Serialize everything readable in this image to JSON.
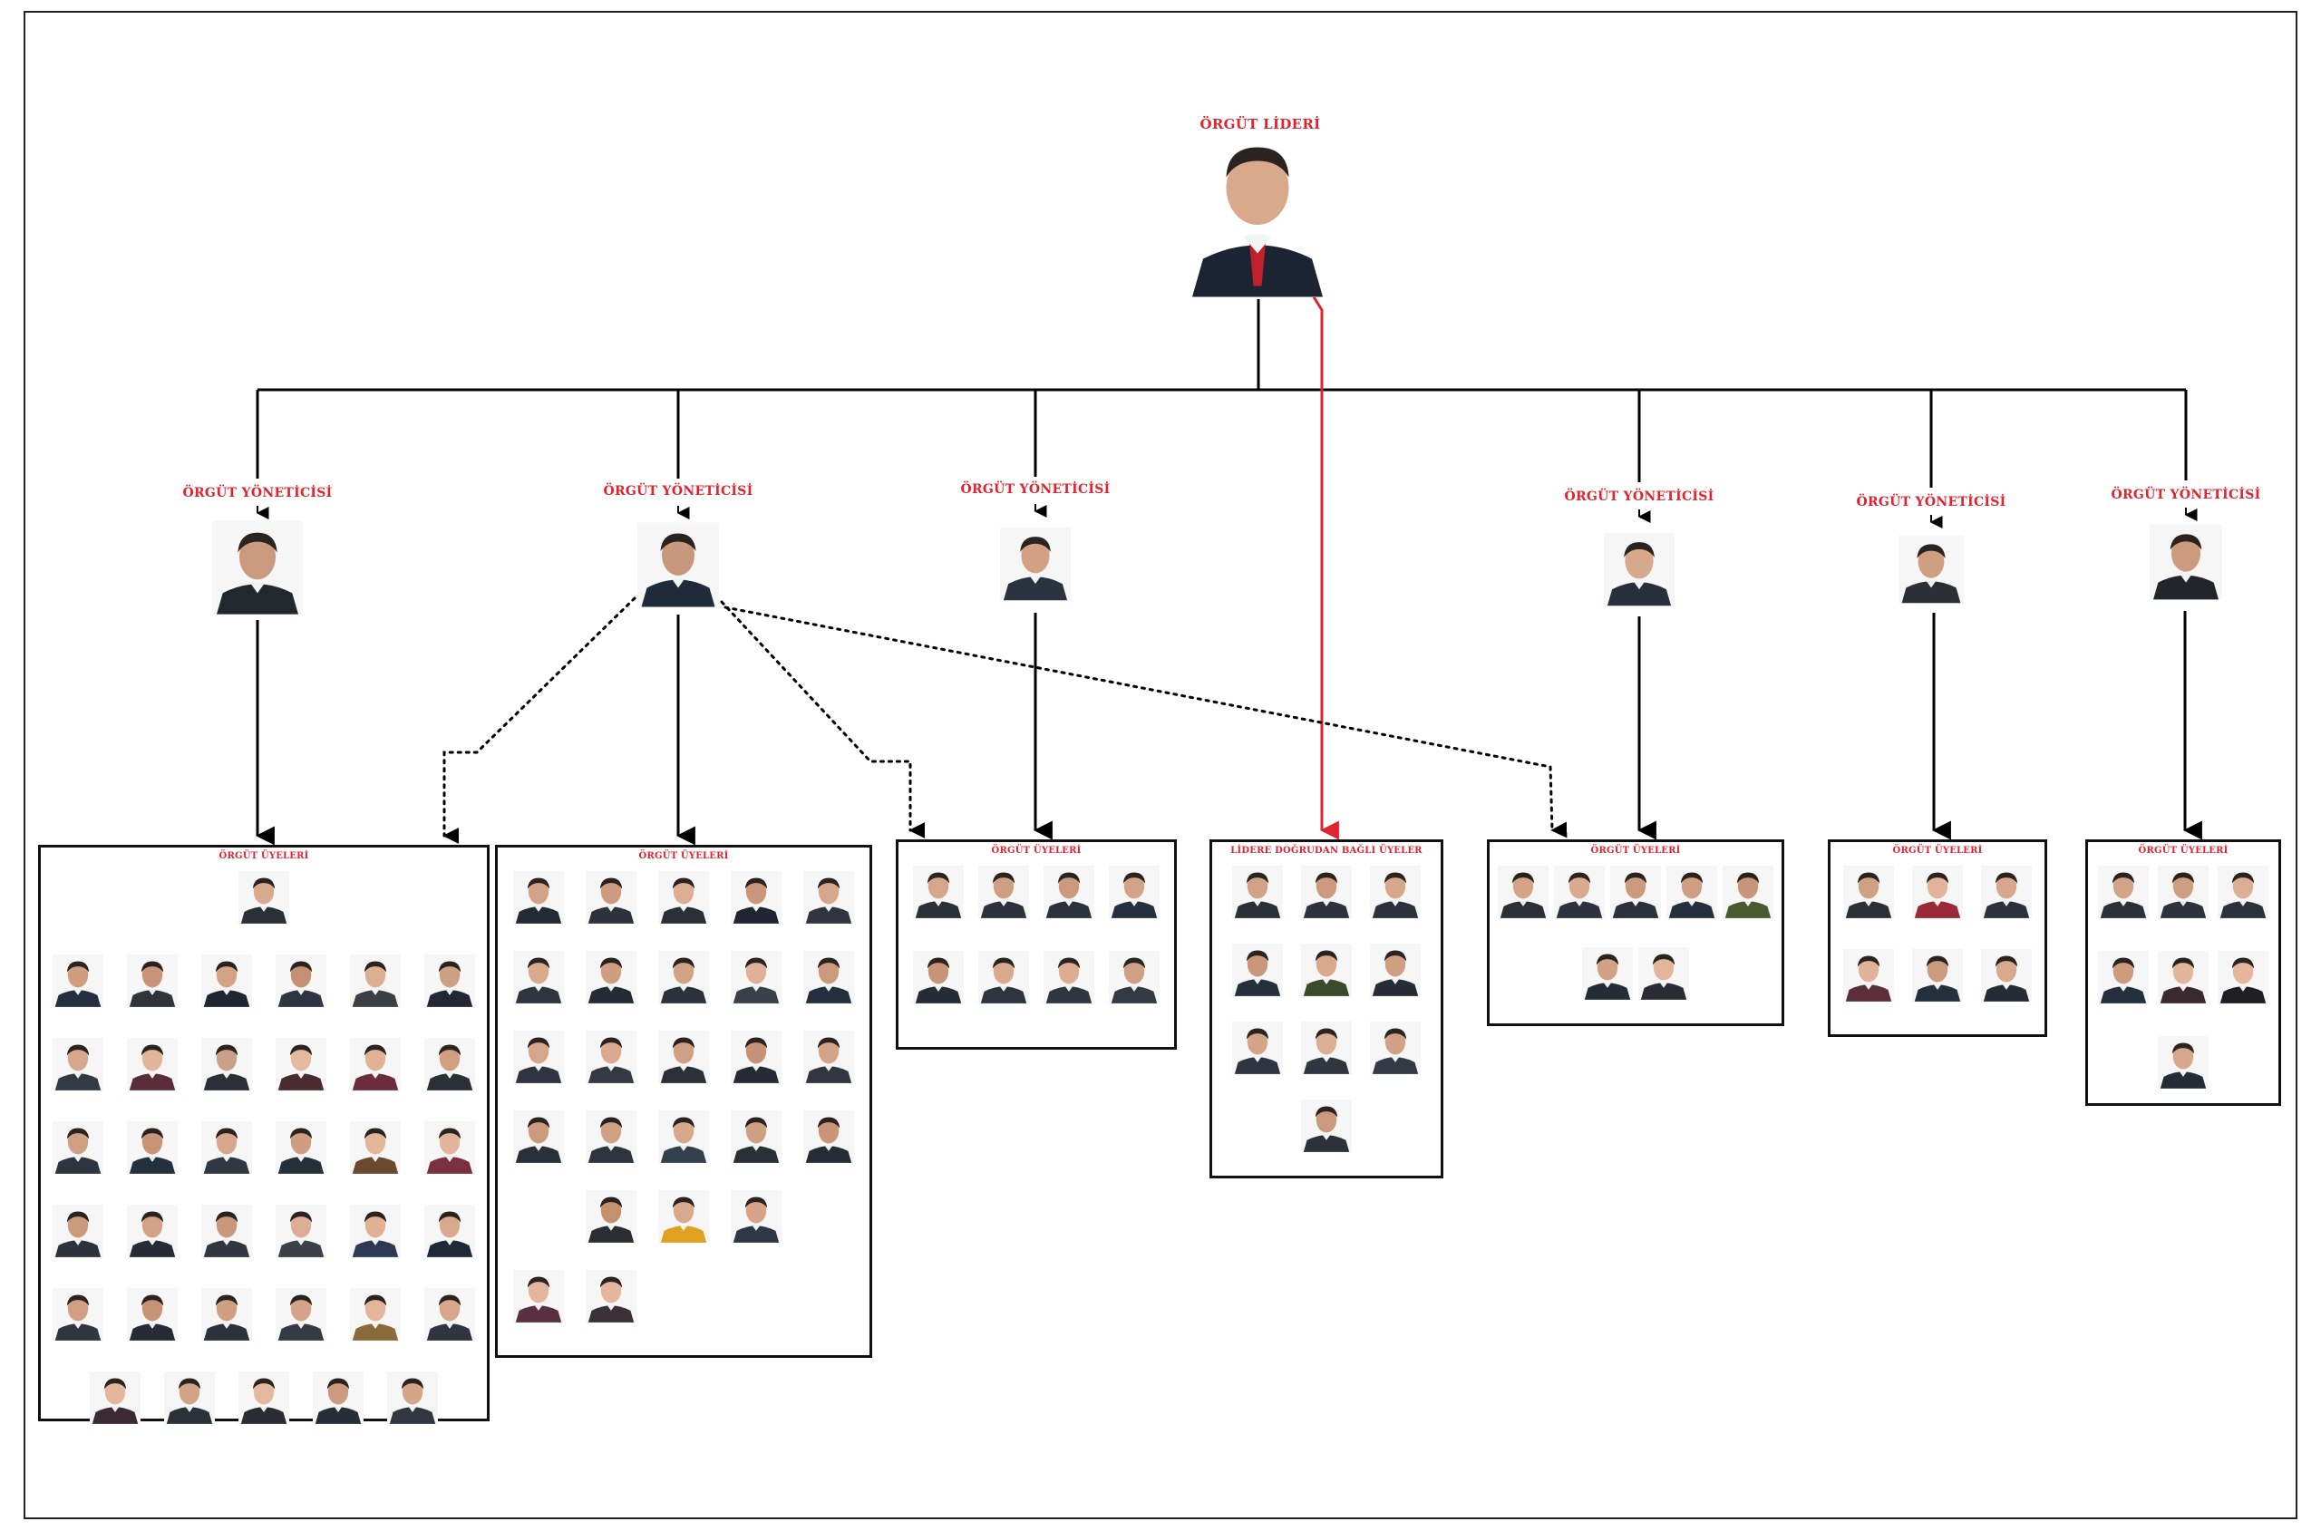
{
  "leader": {
    "title": "ÖRGÜT LİDERİ",
    "name": "",
    "skin": "#d9a98c",
    "suit": "#1c2433"
  },
  "managers": [
    {
      "id": "m1",
      "title": "ÖRGÜT YÖNETİCİSİ",
      "name": "",
      "skin": "#c99a7e",
      "suit": "#23282f"
    },
    {
      "id": "m2",
      "title": "ÖRGÜT YÖNETİCİSİ",
      "name": "",
      "skin": "#c8987c",
      "suit": "#1f2a3a"
    },
    {
      "id": "m3",
      "title": "ÖRGÜT YÖNETİCİSİ",
      "name": "",
      "skin": "#d2a184",
      "suit": "#2b3340"
    },
    {
      "id": "m4",
      "title": "ÖRGÜT YÖNETİCİSİ",
      "name": "",
      "skin": "#d6a88c",
      "suit": "#26303c"
    },
    {
      "id": "m5",
      "title": "ÖRGÜT YÖNETİCİSİ",
      "name": "",
      "skin": "#cf9f82",
      "suit": "#2a2f36"
    },
    {
      "id": "m6",
      "title": "ÖRGÜT YÖNETİCİSİ",
      "name": "",
      "skin": "#cc9a7c",
      "suit": "#22262c"
    }
  ],
  "groups": [
    {
      "id": "g1",
      "title": "ÖRGÜT ÜYELERİ",
      "members": [
        {
          "name": "",
          "skin": "#d8aa8e",
          "suit": "#2a3038"
        },
        {
          "name": "",
          "skin": "#cf9e80",
          "suit": "#24303f"
        },
        {
          "name": "",
          "skin": "#c99478",
          "suit": "#30343a"
        },
        {
          "name": "",
          "skin": "#d4a386",
          "suit": "#1f2631"
        },
        {
          "name": "",
          "skin": "#c58f73",
          "suit": "#2d3542"
        },
        {
          "name": "",
          "skin": "#dcae92",
          "suit": "#3a3f47"
        },
        {
          "name": "",
          "skin": "#ceA083",
          "suit": "#202833"
        },
        {
          "name": "",
          "skin": "#d7a88b",
          "suit": "#343a44"
        },
        {
          "name": "",
          "skin": "#e2b59a",
          "suit": "#5a2c3a"
        },
        {
          "name": "",
          "skin": "#caa088",
          "suit": "#2a2f38"
        },
        {
          "name": "",
          "skin": "#e5b9a0",
          "suit": "#4a2b30"
        },
        {
          "name": "",
          "skin": "#e0b296",
          "suit": "#6b2d3e"
        },
        {
          "name": "",
          "skin": "#d1a083",
          "suit": "#2a3038"
        },
        {
          "name": "",
          "skin": "#cfa083",
          "suit": "#2e3540"
        },
        {
          "name": "",
          "skin": "#c89579",
          "suit": "#23303d"
        },
        {
          "name": "",
          "skin": "#d6a78a",
          "suit": "#313844"
        },
        {
          "name": "",
          "skin": "#cf9d7f",
          "suit": "#26303a"
        },
        {
          "name": "",
          "skin": "#e4b699",
          "suit": "#6a4a2e"
        },
        {
          "name": "",
          "skin": "#e2b499",
          "suit": "#7a3040"
        },
        {
          "name": "",
          "skin": "#cb9a7d",
          "suit": "#2c333d"
        },
        {
          "name": "",
          "skin": "#d3a286",
          "suit": "#252c36"
        },
        {
          "name": "",
          "skin": "#c9987b",
          "suit": "#2f3640"
        },
        {
          "name": "",
          "skin": "#ddae93",
          "suit": "#3b4049"
        },
        {
          "name": "",
          "skin": "#e0b196",
          "suit": "#2c3a55"
        },
        {
          "name": "",
          "skin": "#d8a98d",
          "suit": "#1f2a38"
        },
        {
          "name": "",
          "skin": "#d1a084",
          "suit": "#30363f"
        },
        {
          "name": "",
          "skin": "#c69377",
          "suit": "#262c35"
        },
        {
          "name": "",
          "skin": "#cf9f82",
          "suit": "#2b323c"
        },
        {
          "name": "",
          "skin": "#d3a488",
          "suit": "#343b45"
        },
        {
          "name": "",
          "skin": "#e3b69b",
          "suit": "#8a6a3a"
        },
        {
          "name": "",
          "skin": "#d6a78b",
          "suit": "#2e3440"
        },
        {
          "name": "",
          "skin": "#e4b69c",
          "suit": "#3b2a33"
        },
        {
          "name": "",
          "skin": "#d2a285",
          "suit": "#2a3139"
        },
        {
          "name": "",
          "skin": "#e6b99f",
          "suit": "#2b2b35"
        },
        {
          "name": "",
          "skin": "#cc9b7e",
          "suit": "#262d36"
        },
        {
          "name": "",
          "skin": "#d4a588",
          "suit": "#303740"
        }
      ]
    },
    {
      "id": "g2",
      "title": "ÖRGÜT ÜYELERİ",
      "members": [
        {
          "name": "",
          "skin": "#d3a387",
          "suit": "#232b35"
        },
        {
          "name": "",
          "skin": "#cd9c7f",
          "suit": "#2c333d"
        },
        {
          "name": "",
          "skin": "#dcae93",
          "suit": "#2a3038"
        },
        {
          "name": "",
          "skin": "#c99679",
          "suit": "#1f2631"
        },
        {
          "name": "",
          "skin": "#d6a78a",
          "suit": "#30363f"
        },
        {
          "name": "",
          "skin": "#d9aa8e",
          "suit": "#2f353e"
        },
        {
          "name": "",
          "skin": "#cf9e81",
          "suit": "#262c35"
        },
        {
          "name": "",
          "skin": "#d2a285",
          "suit": "#2b323c"
        },
        {
          "name": "",
          "skin": "#e0b196",
          "suit": "#3a4049"
        },
        {
          "name": "",
          "skin": "#cb997c",
          "suit": "#24303d"
        },
        {
          "name": "",
          "skin": "#d5a689",
          "suit": "#2e3440"
        },
        {
          "name": "",
          "skin": "#dba98d",
          "suit": "#343a44"
        },
        {
          "name": "",
          "skin": "#d0a083",
          "suit": "#2a3139"
        },
        {
          "name": "",
          "skin": "#c69276",
          "suit": "#252c36"
        },
        {
          "name": "",
          "skin": "#d4a487",
          "suit": "#303740"
        },
        {
          "name": "",
          "skin": "#cc9b7e",
          "suit": "#283039"
        },
        {
          "name": "",
          "skin": "#d1a185",
          "suit": "#2d343e"
        },
        {
          "name": "",
          "skin": "#d7a88b",
          "suit": "#33404e"
        },
        {
          "name": "",
          "skin": "#cea083",
          "suit": "#2a3038"
        },
        {
          "name": "",
          "skin": "#c89578",
          "suit": "#262d36"
        },
        {
          "name": "",
          "skin": "#c4916f",
          "suit": "#2b2e33"
        },
        {
          "name": "",
          "skin": "#d9a98c",
          "suit": "#e0a020"
        },
        {
          "name": "",
          "skin": "#d8a487",
          "suit": "#2e3844"
        },
        {
          "name": "",
          "skin": "#e3b59a",
          "suit": "#5a3040"
        },
        {
          "name": "",
          "skin": "#e4b69b",
          "suit": "#3a3035"
        }
      ]
    },
    {
      "id": "g3",
      "title": "ÖRGÜT ÜYELERİ",
      "members": [
        {
          "name": "",
          "skin": "#d6a68a",
          "suit": "#2a3038"
        },
        {
          "name": "",
          "skin": "#cf9f83",
          "suit": "#2c333d"
        },
        {
          "name": "",
          "skin": "#cb9a7d",
          "suit": "#2b323c"
        },
        {
          "name": "",
          "skin": "#d3a386",
          "suit": "#24303d"
        },
        {
          "name": "",
          "skin": "#c79477",
          "suit": "#262c35"
        },
        {
          "name": "",
          "skin": "#d9aa8e",
          "suit": "#2e3440"
        },
        {
          "name": "",
          "skin": "#dcad91",
          "suit": "#30363f"
        },
        {
          "name": "",
          "skin": "#d0a084",
          "suit": "#343a44"
        }
      ]
    },
    {
      "id": "g4",
      "title": "LİDERE DOĞRUDAN BAĞLI ÜYELER",
      "members": [
        {
          "name": "",
          "skin": "#d2a286",
          "suit": "#2a3038"
        },
        {
          "name": "",
          "skin": "#cc9b7e",
          "suit": "#2c333d"
        },
        {
          "name": "",
          "skin": "#d6a78a",
          "suit": "#2b323c"
        },
        {
          "name": "",
          "skin": "#c99679",
          "suit": "#24303d"
        },
        {
          "name": "",
          "skin": "#d8a98d",
          "suit": "#3b4a2a"
        },
        {
          "name": "",
          "skin": "#cf9f82",
          "suit": "#262c35"
        },
        {
          "name": "",
          "skin": "#d4a488",
          "suit": "#2e3440"
        },
        {
          "name": "",
          "skin": "#dcae93",
          "suit": "#30363f"
        },
        {
          "name": "",
          "skin": "#d1a185",
          "suit": "#343a44"
        },
        {
          "name": "",
          "skin": "#cb997c",
          "suit": "#2a3139"
        }
      ]
    },
    {
      "id": "g5",
      "title": "ÖRGÜT ÜYELERİ",
      "members": [
        {
          "name": "",
          "skin": "#d4a487",
          "suit": "#2a3038"
        },
        {
          "name": "",
          "skin": "#d9aa8e",
          "suit": "#2c333d"
        },
        {
          "name": "",
          "skin": "#cc9b7e",
          "suit": "#2b323c"
        },
        {
          "name": "",
          "skin": "#cf9f82",
          "suit": "#24303d"
        },
        {
          "name": "",
          "skin": "#c99578",
          "suit": "#4a5a30"
        },
        {
          "name": "",
          "skin": "#d1a184",
          "suit": "#262c35"
        },
        {
          "name": "",
          "skin": "#e3b69b",
          "suit": "#2b2b35"
        }
      ]
    },
    {
      "id": "g6",
      "title": "ÖRGÜT ÜYELERİ",
      "members": [
        {
          "name": "",
          "skin": "#d0a083",
          "suit": "#2a3038"
        },
        {
          "name": "",
          "skin": "#e2b499",
          "suit": "#9a2a3a"
        },
        {
          "name": "",
          "skin": "#d6a78a",
          "suit": "#2b323c"
        },
        {
          "name": "",
          "skin": "#e1b398",
          "suit": "#5a2e3a"
        },
        {
          "name": "",
          "skin": "#cc9b7e",
          "suit": "#24303d"
        },
        {
          "name": "",
          "skin": "#d8a98c",
          "suit": "#262c35"
        }
      ]
    },
    {
      "id": "g7",
      "title": "ÖRGÜT ÜYELERİ",
      "members": [
        {
          "name": "",
          "skin": "#d3a387",
          "suit": "#2a3038"
        },
        {
          "name": "",
          "skin": "#cf9f82",
          "suit": "#2c333d"
        },
        {
          "name": "",
          "skin": "#dcae93",
          "suit": "#2b323c"
        },
        {
          "name": "",
          "skin": "#cd9c7f",
          "suit": "#24303d"
        },
        {
          "name": "",
          "skin": "#e2b499",
          "suit": "#3a2a30"
        },
        {
          "name": "",
          "skin": "#e4b69b",
          "suit": "#1f1f25"
        },
        {
          "name": "",
          "skin": "#d6a78a",
          "suit": "#262c35"
        }
      ]
    }
  ]
}
